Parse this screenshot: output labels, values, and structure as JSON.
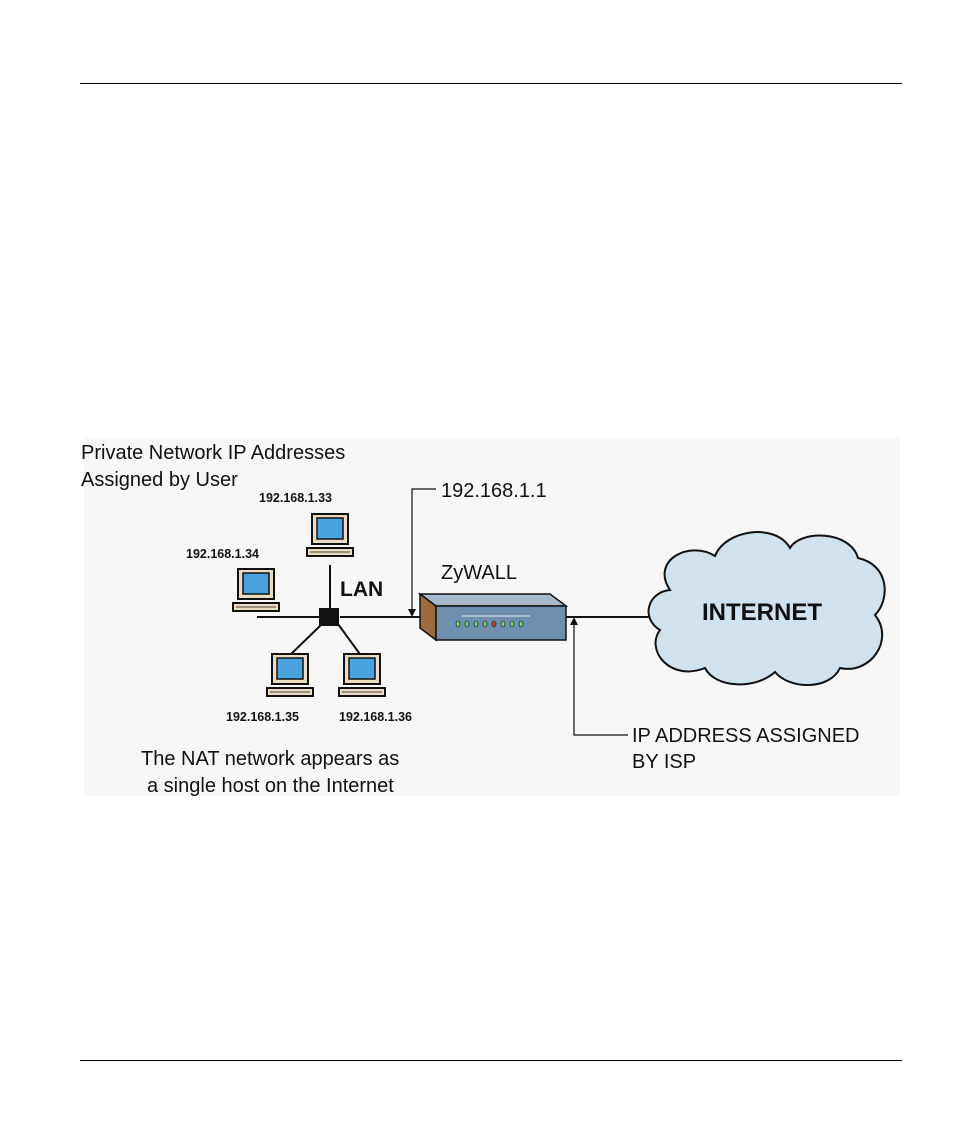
{
  "diagram": {
    "private_label_line1": "Private Network IP Addresses",
    "private_label_line2": "Assigned by User",
    "hosts": [
      {
        "ip": "192.168.1.33"
      },
      {
        "ip": "192.168.1.34"
      },
      {
        "ip": "192.168.1.35"
      },
      {
        "ip": "192.168.1.36"
      }
    ],
    "lan_label": "LAN",
    "router_ip": "192.168.1.1",
    "router_name": "ZyWALL",
    "cloud_label": "INTERNET",
    "isp_label_line1": "IP ADDRESS ASSIGNED",
    "isp_label_line2": "BY ISP",
    "nat_caption_line1": "The NAT network appears as",
    "nat_caption_line2": "a single host on the Internet",
    "colors": {
      "background": "#f7f7f7",
      "monitor_screen": "#4aa3df",
      "monitor_body": "#e9dcc3",
      "router_top": "#a9b9cc",
      "router_front": "#6f8fae",
      "router_side": "#9b6a3e",
      "cloud_fill": "#cfe2ee"
    }
  }
}
